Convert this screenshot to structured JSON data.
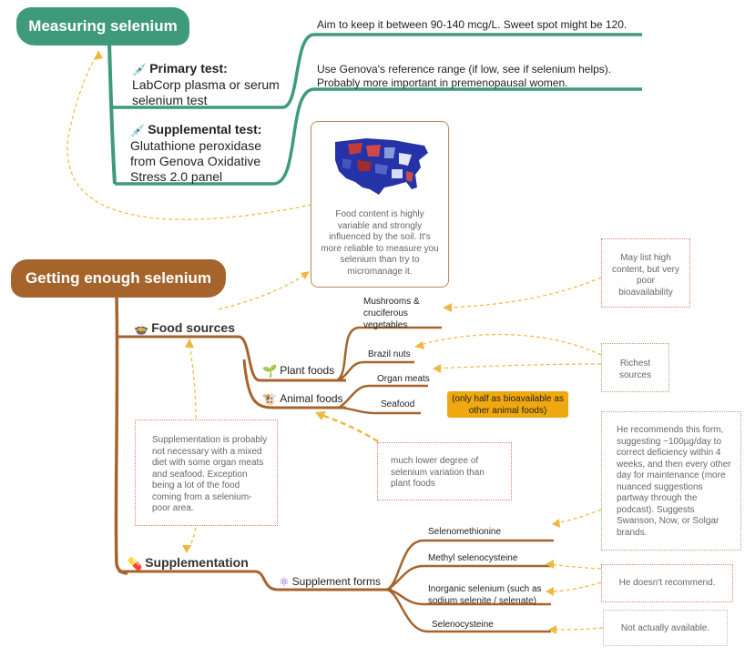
{
  "measuring": {
    "title": "Measuring selenium",
    "primary": {
      "label": "Primary test:",
      "text": "LabCorp plasma or serum selenium test",
      "note": "Aim to keep it between 90-140 mcg/L. Sweet spot might be 120."
    },
    "supplemental": {
      "label": "Supplemental test:",
      "text": "Glutathione peroxidase from Genova Oxidative Stress 2.0 panel",
      "note_line1": "Use Genova's reference range (if low, see if selenium helps).",
      "note_line2": "Probably more important in premenopausal women."
    }
  },
  "getting": {
    "title": "Getting enough selenium",
    "map_note": "Food content is highly variable and strongly influenced by the soil. It's more reliable to measure you selenium than try to micromanage it.",
    "food_sources": {
      "label": "Food sources",
      "plant": {
        "label": "Plant foods",
        "items": [
          "Mushrooms & cruciferous vegetables",
          "Brazil nuts"
        ]
      },
      "animal": {
        "label": "Animal foods",
        "items": [
          "Organ meats",
          "Seafood"
        ]
      },
      "seafood_highlight": "(only half as bioavailable as other animal foods)",
      "poor_bioavailability": "May list high content, but very poor bioavailability",
      "richest": "Richest sources",
      "less_variation": "much lower degree of selenium variation than plant foods",
      "supplementation_note": "Supplementation is probably not necessary with a mixed diet with some organ meats and seafood. Exception being a lot of the food coming from a selenium-poor area."
    },
    "supplementation": {
      "label": "Supplementation",
      "forms_label": "Supplement forms",
      "forms": [
        "Selenomethionine",
        "Methyl selenocysteine",
        "Inorganic selenium (such as sodium selenite / selenate)",
        "Selenocysteine"
      ],
      "recommend": "He recommends this form, suggesting ~100µg/day to correct deficiency within 4 weeks, and then every other day for maintenance (more nuanced suggestions partway through the podcast). Suggests Swanson, Now, or Solgar brands.",
      "not_recommend": "He doesn't recommend.",
      "not_available": "Not actually available."
    }
  },
  "colors": {
    "green": "#3f9a7c",
    "brown": "#a5642c",
    "dash_orange": "#f0b840",
    "highlight": "#f0a810",
    "note_border_red": "#d9826a",
    "note_border_green": "#8bb874"
  },
  "icons": {
    "syringe": "syringe-icon",
    "bowl": "bowl-icon",
    "sprout": "sprout-icon",
    "cow": "cow-icon",
    "pill": "pill-icon",
    "atom": "atom-icon"
  }
}
